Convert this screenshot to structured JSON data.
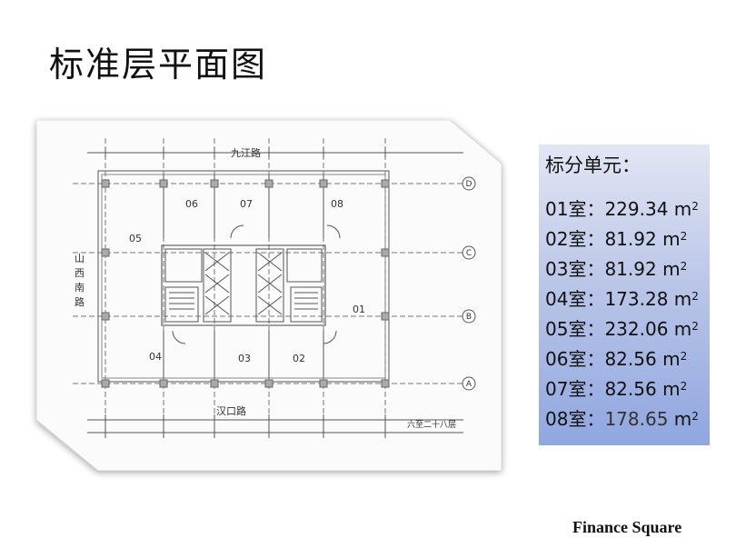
{
  "page_title": "标准层平面图",
  "plan": {
    "street_top": "九江路",
    "street_bottom": "汉口路",
    "street_left": [
      "山",
      "西",
      "南",
      "路"
    ],
    "floor_note": "六至二十八层",
    "axis_markers": [
      "D",
      "C",
      "B",
      "A"
    ],
    "room_labels": [
      "06",
      "07",
      "08",
      "05",
      "01",
      "04",
      "03",
      "02"
    ]
  },
  "units_panel": {
    "title": "标分单元：",
    "units": [
      {
        "room": "01室：",
        "area": "229.34",
        "unit": "m",
        "exp": "2"
      },
      {
        "room": "02室：",
        "area": "81.92",
        "unit": "m",
        "exp": "2"
      },
      {
        "room": "03室：",
        "area": "81.92",
        "unit": "m",
        "exp": "2"
      },
      {
        "room": "04室：",
        "area": "173.28",
        "unit": "m",
        "exp": "2"
      },
      {
        "room": "05室：",
        "area": "232.06",
        "unit": "m",
        "exp": "2"
      },
      {
        "room": "06室：",
        "area": "82.56",
        "unit": "m",
        "exp": "2"
      },
      {
        "room": "07室：",
        "area": "82.56",
        "unit": "m",
        "exp": "2"
      },
      {
        "room": "08室：",
        "area": "178.65",
        "unit": "m",
        "exp": "2"
      }
    ]
  },
  "brand": "Finance Square"
}
